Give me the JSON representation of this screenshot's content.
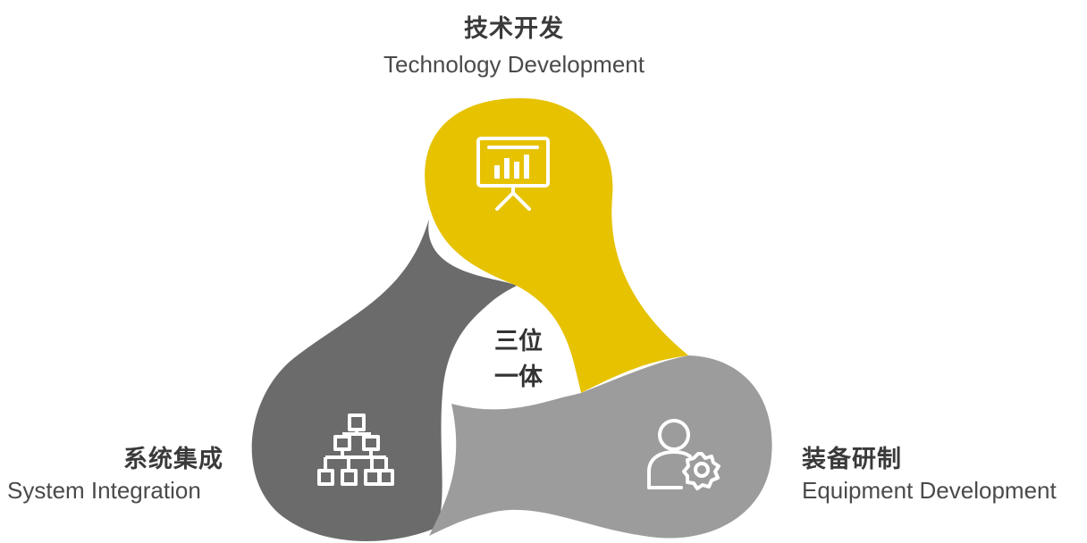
{
  "title": {
    "zh": "技术开发",
    "en": "Technology Development"
  },
  "center": {
    "line1": "三位",
    "line2": "一体"
  },
  "segments": [
    {
      "key": "technology",
      "zh": "技术开发",
      "en": "Technology Development",
      "color": "#e6c200",
      "icon": "presentation-chart-icon"
    },
    {
      "key": "system",
      "zh": "系统集成",
      "en": "System Integration",
      "color": "#6b6b6b",
      "icon": "hierarchy-icon"
    },
    {
      "key": "equipment",
      "zh": "装备研制",
      "en": "Equipment Development",
      "color": "#9c9c9c",
      "icon": "user-gear-icon"
    }
  ]
}
